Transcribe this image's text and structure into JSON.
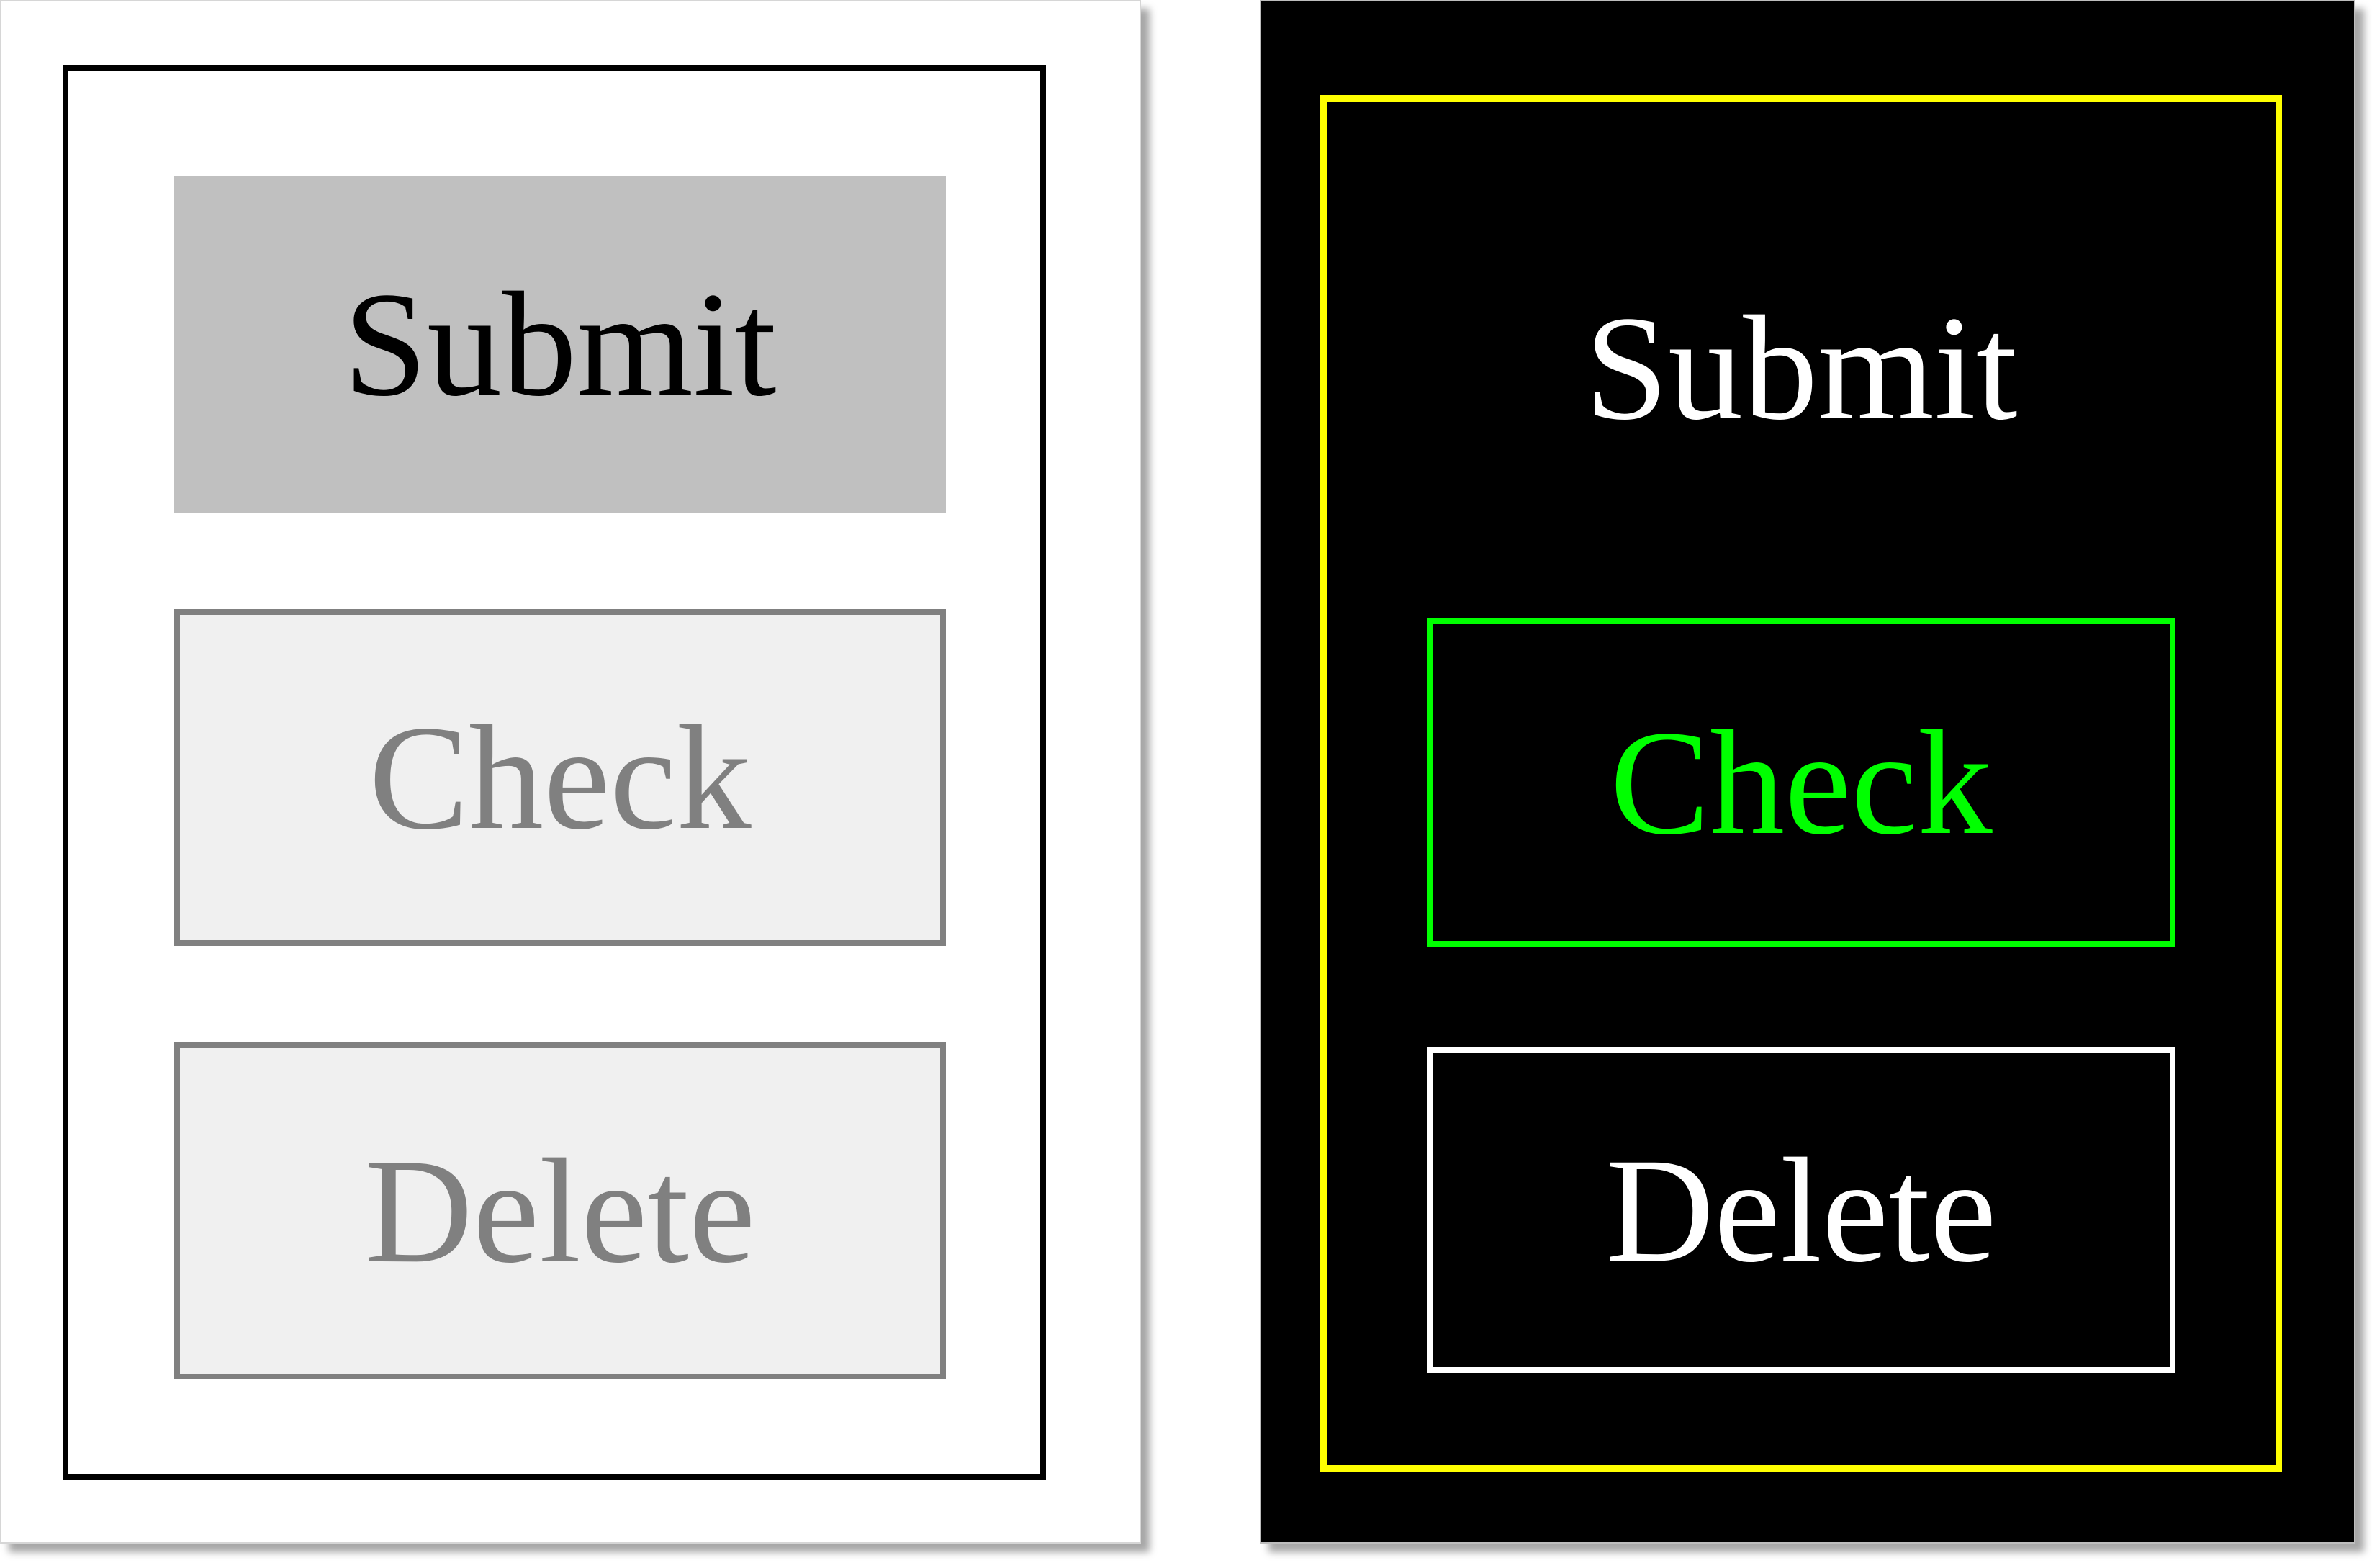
{
  "panels": {
    "light": {
      "theme": "light",
      "buttons": {
        "submit": {
          "label": "Submit"
        },
        "check": {
          "label": "Check"
        },
        "delete": {
          "label": "Delete"
        }
      },
      "colors": {
        "background": "#ffffff",
        "frame_border": "#000000",
        "submit_bg": "#c0c0c0",
        "submit_text": "#000000",
        "secondary_bg": "#f0f0f0",
        "secondary_border": "#808080",
        "secondary_text": "#808080"
      }
    },
    "dark": {
      "theme": "high-contrast-dark",
      "buttons": {
        "submit": {
          "label": "Submit"
        },
        "check": {
          "label": "Check"
        },
        "delete": {
          "label": "Delete"
        }
      },
      "colors": {
        "background": "#000000",
        "frame_border": "#ffff00",
        "submit_text": "#ffffff",
        "check_border": "#00ff00",
        "check_text": "#00ff00",
        "delete_border": "#ffffff",
        "delete_text": "#ffffff"
      }
    }
  }
}
